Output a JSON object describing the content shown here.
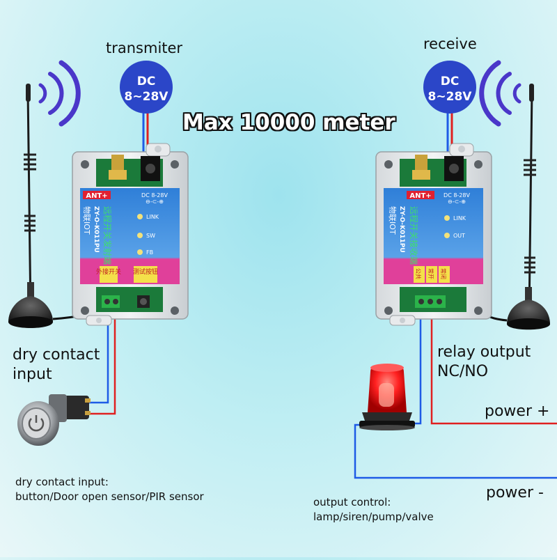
{
  "title": "Max 10000 meter",
  "transmitter": {
    "label": "transmiter",
    "power_badge": {
      "line1": "DC",
      "line2": "8~28V"
    },
    "device": {
      "brand": "物联IOT",
      "model": "ZY-O-K011PU",
      "name": "远程开关发射端",
      "ant": "ANT+",
      "dc": "DC 8-28V",
      "leds": [
        "LINK",
        "SW",
        "FB"
      ],
      "btn_left": "外接开关",
      "btn_right": "测试按钮"
    },
    "input_label": [
      "dry contact",
      "input"
    ],
    "input_desc": [
      "dry contact input:",
      "button/Door open sensor/PIR sensor"
    ]
  },
  "receiver": {
    "label": "receive",
    "power_badge": {
      "line1": "DC",
      "line2": "8~28V"
    },
    "device": {
      "brand": "物联IOT",
      "model": "ZY-O-K011PU",
      "name": "远程开关接收端",
      "ant": "ANT+",
      "dc": "DC 8-28V",
      "leds": [
        "LINK",
        "OUT"
      ],
      "terminals": [
        "公共",
        "常开",
        "常闭"
      ]
    },
    "output_label": [
      "relay output",
      "NC/NO"
    ],
    "power_plus": "power +",
    "power_minus": "power -",
    "output_desc": [
      "output control:",
      "lamp/siren/pump/valve"
    ]
  },
  "colors": {
    "wire_red": "#e02020",
    "wire_blue": "#1e5be6",
    "badge_blue": "#2b46c8",
    "panel_blue": "#2f7fd8",
    "panel_pink": "#e0409a",
    "signal": "#4a37c9"
  }
}
